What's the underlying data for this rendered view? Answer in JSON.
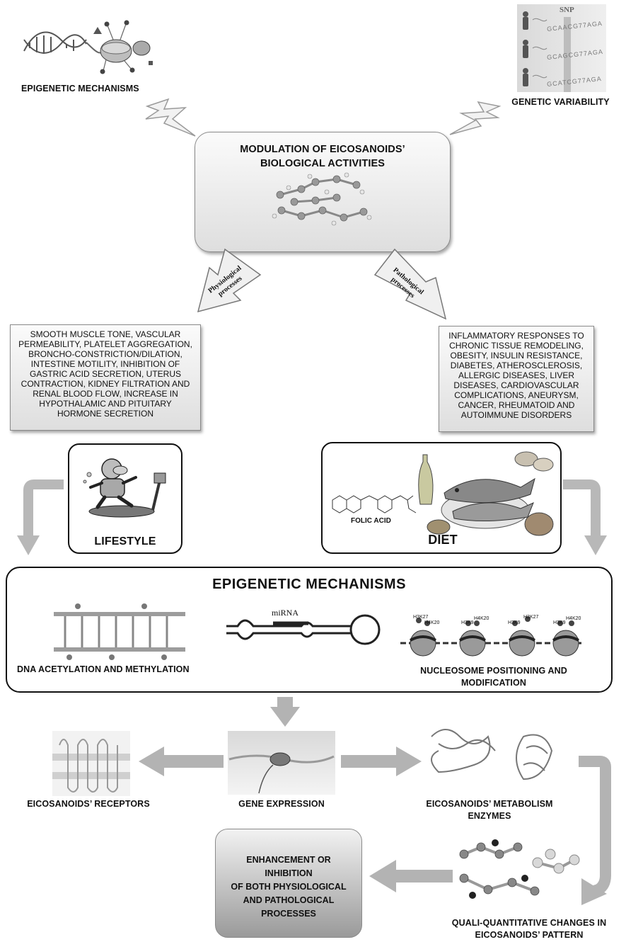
{
  "top": {
    "epigenetic_label": "EPIGENETIC MECHANISMS",
    "genetic_label": "GENETIC VARIABILITY",
    "snp_label": "SNP",
    "snp_sequences": [
      "GCAACG77AGA",
      "GCAGCG77AGA",
      "GCATCG77AGA"
    ]
  },
  "central": {
    "title_line1": "MODULATION OF EICOSANOIDS’",
    "title_line2": "BIOLOGICAL ACTIVITIES"
  },
  "arrows": {
    "physiological": [
      "Physiological",
      "processes"
    ],
    "pathological": [
      "Pathological",
      "processes"
    ]
  },
  "physiological_box": {
    "lines": [
      "SMOOTH MUSCLE TONE, VASCULAR",
      "PERMEABILITY, PLATELET AGGREGATION,",
      "BRONCHO-CONSTRICTION/DILATION,",
      "INTESTINE MOTILITY, INHIBITION OF",
      "GASTRIC ACID SECRETION, UTERUS",
      "CONTRACTION, KIDNEY FILTRATION AND",
      "RENAL BLOOD FLOW, INCREASE IN",
      "HYPOTHALAMIC AND PITUITARY",
      "HORMONE SECRETION"
    ]
  },
  "pathological_box": {
    "lines": [
      "INFLAMMATORY RESPONSES TO",
      "CHRONIC TISSUE REMODELING,",
      "OBESITY, INSULIN RESISTANCE,",
      "DIABETES, ATHEROSCLEROSIS,",
      "ALLERGIC DISEASES, LIVER",
      "DISEASES, CARDIOVASCULAR",
      "COMPLICATIONS, ANEURYSM,",
      "CANCER, RHEUMATOID AND",
      "AUTOIMMUNE DISORDERS"
    ]
  },
  "lifestyle": {
    "label": "LIFESTYLE"
  },
  "diet": {
    "label": "DIET",
    "folic_acid": "FOLIC ACID"
  },
  "epigenetic_panel": {
    "title": "EPIGENETIC MECHANISMS",
    "dna_label": "DNA ACETYLATION AND METHYLATION",
    "mirna_label": "miRNA",
    "nucleosome_line1": "NUCLEOSOME POSITIONING AND",
    "nucleosome_line2": "MODIFICATION",
    "histone_marks": [
      "H3K27",
      "H4K20",
      "H3K9",
      "H4K20",
      "H3K9",
      "H3K27",
      "H3K9",
      "H4K20"
    ]
  },
  "bottom": {
    "receptors_label": "EICOSANOIDS’ RECEPTORS",
    "gene_expression_label": "GENE EXPRESSION",
    "enzymes_line1": "EICOSANOIDS’ METABOLISM",
    "enzymes_line2": "ENZYMES",
    "outcome_lines": [
      "ENHANCEMENT OR",
      "INHIBITION",
      "OF BOTH PHYSIOLOGICAL",
      "AND PATHOLOGICAL",
      "PROCESSES"
    ],
    "pattern_line1": "QUALI-QUANTITATIVE CHANGES IN",
    "pattern_line2": "EICOSANOIDS’ PATTERN"
  }
}
